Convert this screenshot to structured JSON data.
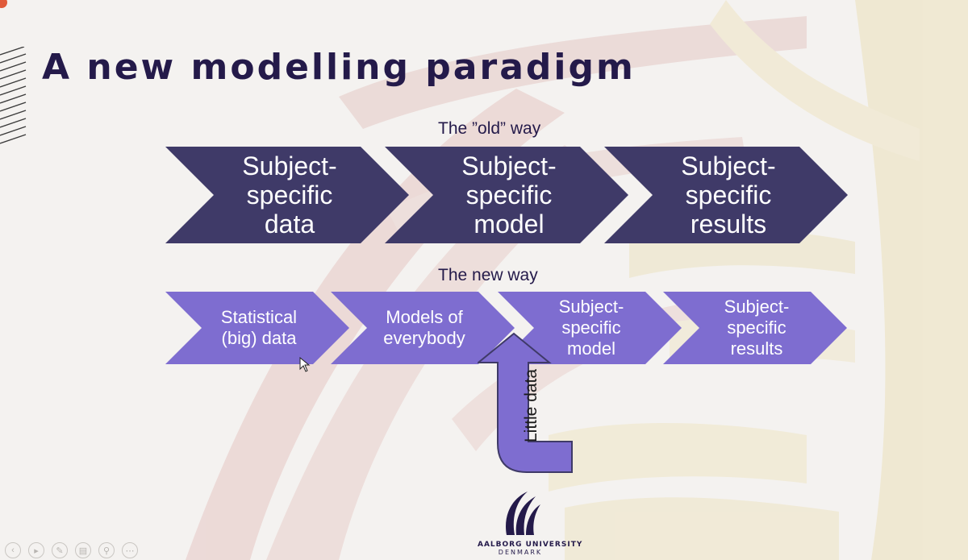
{
  "slide": {
    "title": "A new modelling paradigm",
    "old_way": {
      "caption": "The ”old” way",
      "steps": [
        "Subject-\nspecific\ndata",
        "Subject-\nspecific\nmodel",
        "Subject-\nspecific\nresults"
      ]
    },
    "new_way": {
      "caption": "The new way",
      "steps": [
        "Statistical\n(big) data",
        "Models of\neverybody",
        "Subject-\nspecific\nmodel",
        "Subject-\nspecific\nresults"
      ]
    },
    "input_arrow_label": "Little data",
    "logo": {
      "name": "AALBORG UNIVERSITY",
      "country": "DENMARK"
    }
  },
  "colors": {
    "dark_chevron": "#3f3a68",
    "light_chevron": "#7e6dd0",
    "title": "#241a4a"
  },
  "toolbar": {
    "icons": [
      "previous-icon",
      "next-icon",
      "pen-icon",
      "slides-icon",
      "zoom-icon",
      "more-icon"
    ],
    "glyphs": [
      "‹",
      "▸",
      "✎",
      "▤",
      "⚲",
      "⋯"
    ]
  }
}
